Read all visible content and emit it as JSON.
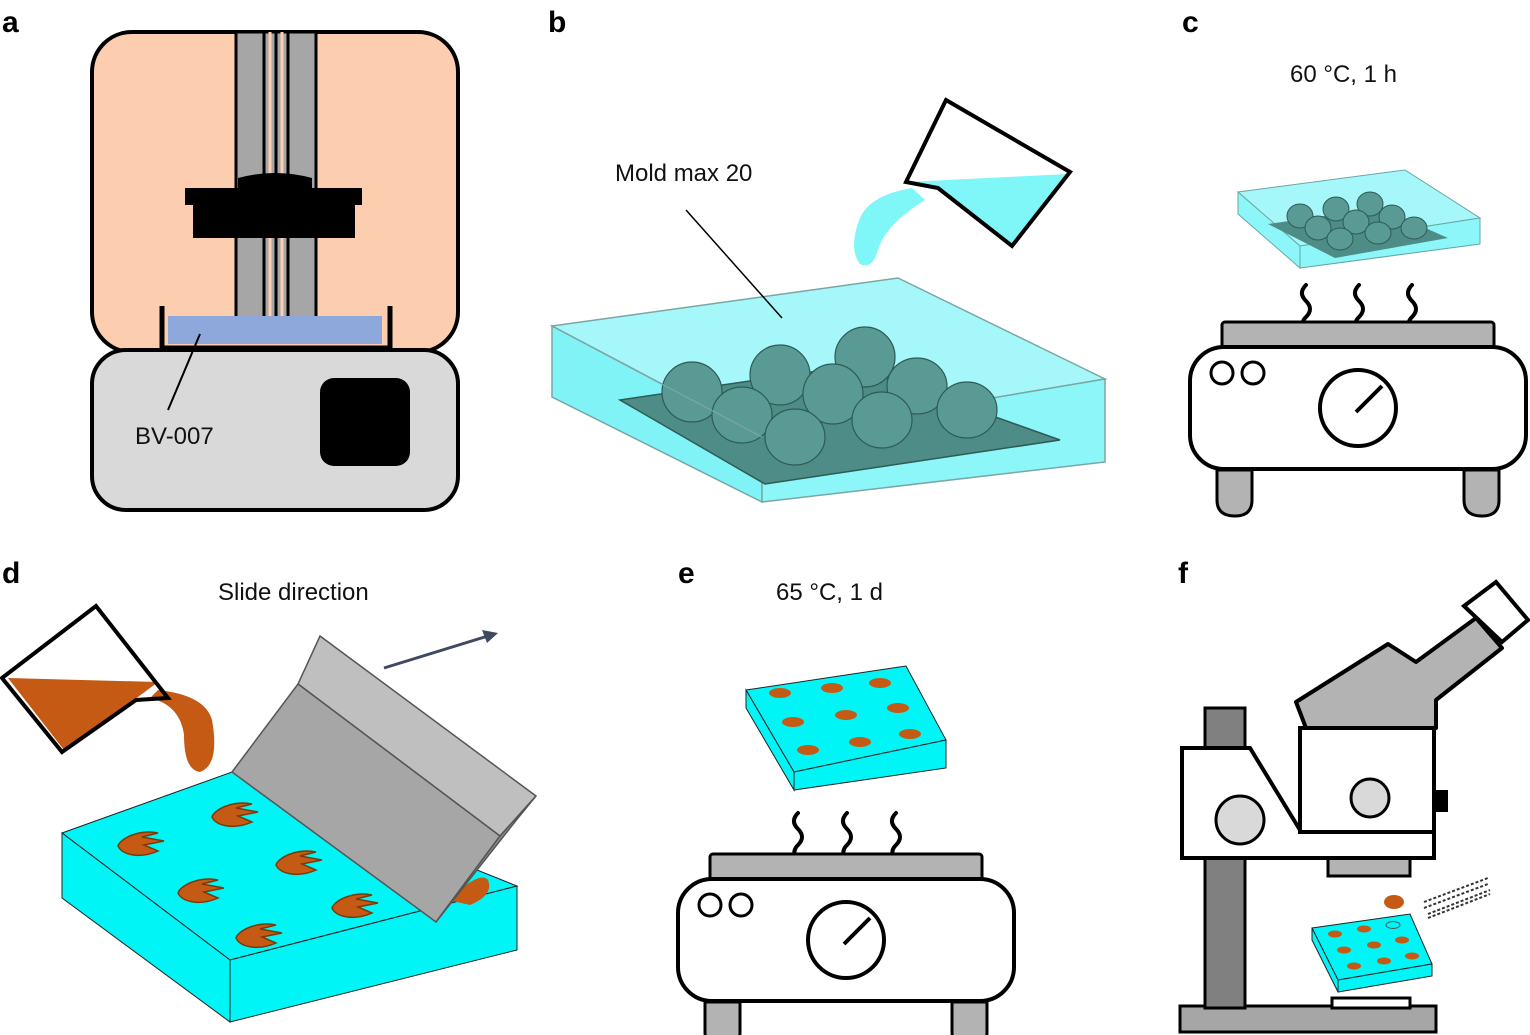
{
  "panels": {
    "a": {
      "letter": "a",
      "resin_label": "BV-007"
    },
    "b": {
      "letter": "b",
      "mold_label": "Mold max 20"
    },
    "c": {
      "letter": "c",
      "condition": "60 °C, 1 h"
    },
    "d": {
      "letter": "d",
      "direction_label": "Slide direction"
    },
    "e": {
      "letter": "e",
      "condition": "65 °C, 1 d"
    },
    "f": {
      "letter": "f"
    }
  },
  "colors": {
    "printer_body": "#fdcdb0",
    "printer_base": "#d9d9d9",
    "resin_tray": "#8fa8dc",
    "mold_liquid": "#7ff6f8",
    "mold_solid": "#00f5f7",
    "mold_parts": "#4d8c87",
    "brown_resin": "#c55a14",
    "metal_grey": "#a6a6a6",
    "arrow": "#3f4a60"
  },
  "icons": [
    "3d-printer-icon",
    "beaker-icon",
    "hot-plate-icon",
    "squeegee-icon",
    "microscope-icon",
    "tweezers-icon"
  ]
}
